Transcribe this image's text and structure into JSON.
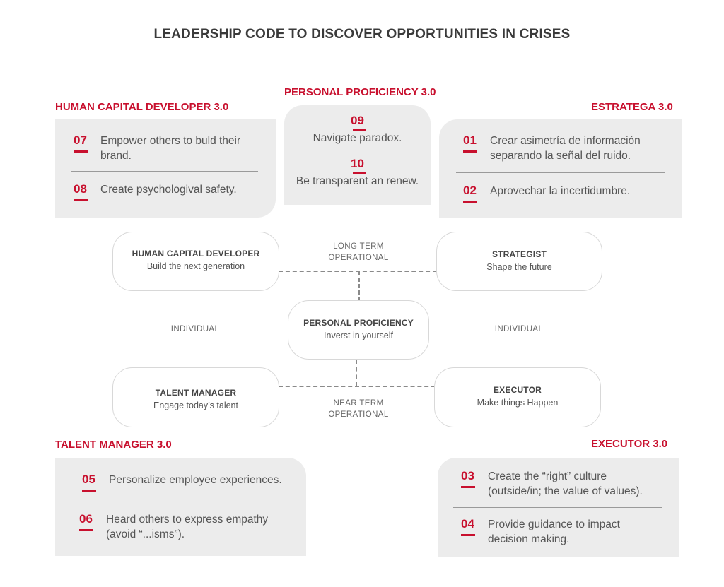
{
  "title": "LEADERSHIP CODE TO DISCOVER OPPORTUNITIES IN CRISES",
  "sections": {
    "human_capital": {
      "label": "HUMAN CAPITAL DEVELOPER 3.0",
      "items": [
        {
          "num": "07",
          "text": "Empower others to buld their brand."
        },
        {
          "num": "08",
          "text": "Create psychologival safety."
        }
      ]
    },
    "personal": {
      "label": "PERSONAL PROFICIENCY 3.0",
      "items": [
        {
          "num": "09",
          "text": "Navigate paradox."
        },
        {
          "num": "10",
          "text": "Be transparent an renew."
        }
      ]
    },
    "estratega": {
      "label": "ESTRATEGA 3.0",
      "items": [
        {
          "num": "01",
          "text": "Crear asimetría de información separando la señal del ruido."
        },
        {
          "num": "02",
          "text": "Aprovechar la incertidumbre."
        }
      ]
    },
    "talent": {
      "label": "TALENT MANAGER 3.0",
      "items": [
        {
          "num": "05",
          "text": "Personalize employee experiences."
        },
        {
          "num": "06",
          "text": "Heard others to express empathy (avoid “...isms”)."
        }
      ]
    },
    "executor": {
      "label": "EXECUTOR 3.0",
      "items": [
        {
          "num": "03",
          "text": "Create the “right” culture (outside/in; the value of values)."
        },
        {
          "num": "04",
          "text": "Provide guidance to impact decision making."
        }
      ]
    }
  },
  "nodes": {
    "hcd": {
      "title": "HUMAN CAPITAL DEVELOPER",
      "sub": "Build the next generation"
    },
    "strategist": {
      "title": "STRATEGIST",
      "sub": "Shape the future"
    },
    "personal": {
      "title": "PERSONAL PROFICIENCY",
      "sub": "Inverst in yourself"
    },
    "talent": {
      "title": "TALENT MANAGER",
      "sub": "Engage today’s talent"
    },
    "executor": {
      "title": "EXECUTOR",
      "sub": "Make things Happen"
    }
  },
  "axes": {
    "top_line1": "LONG TERM",
    "top_line2": "OPERATIONAL",
    "bottom_line1": "NEAR TERM",
    "bottom_line2": "OPERATIONAL",
    "left": "INDIVIDUAL",
    "right": "INDIVIDUAL"
  },
  "colors": {
    "accent": "#c8102e",
    "panel": "#ececec",
    "text": "#555555"
  }
}
